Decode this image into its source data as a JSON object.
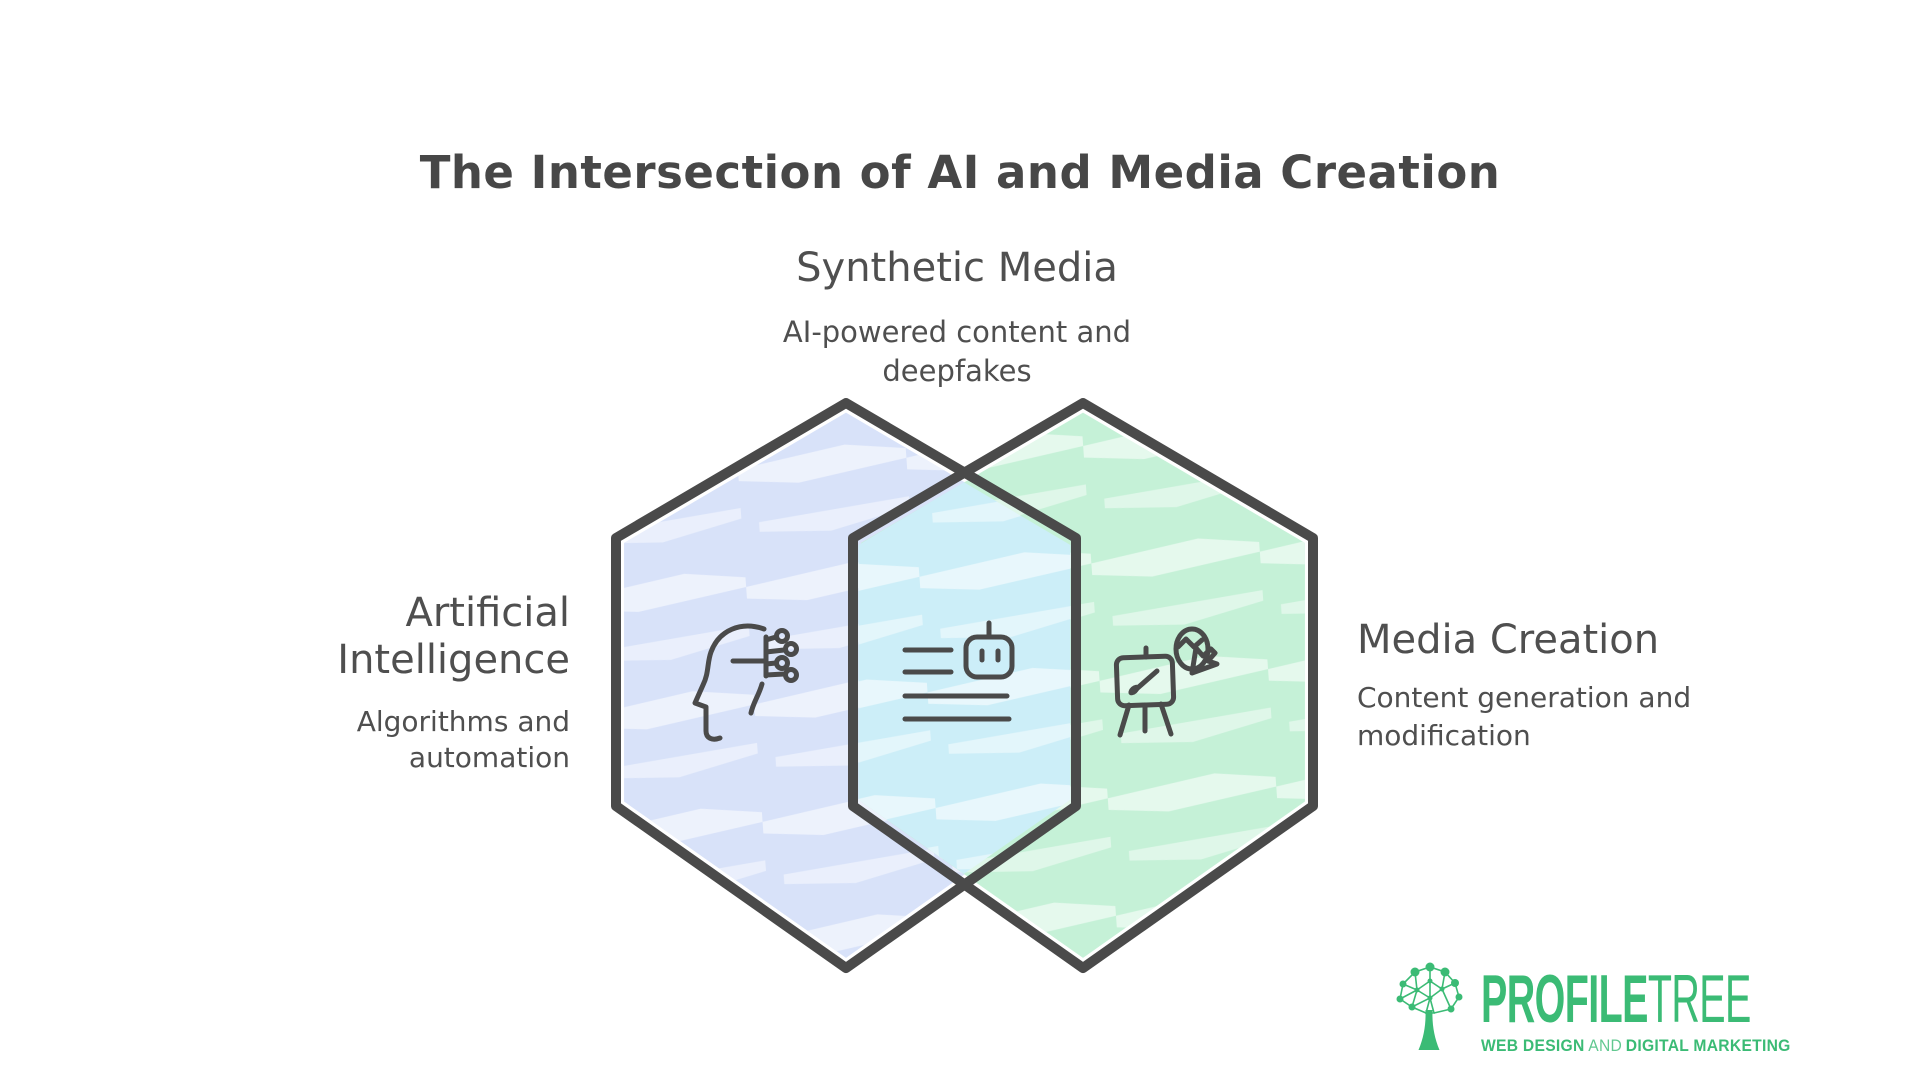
{
  "title": "The Intersection of AI and Media Creation",
  "venn": {
    "top": {
      "heading": "Synthetic Media",
      "subtitle_line1": "AI-powered content and",
      "subtitle_line2": "deepfakes"
    },
    "left": {
      "heading_line1": "Artificial",
      "heading_line2": "Intelligence",
      "subtitle_line1": "Algorithms and",
      "subtitle_line2": "automation"
    },
    "right": {
      "heading": "Media Creation",
      "subtitle_line1": "Content generation and",
      "subtitle_line2": "modification"
    },
    "icons": {
      "left": "ai-head-circuit-icon",
      "center": "robot-text-icon",
      "right": "easel-person-cursor-icon"
    }
  },
  "colors": {
    "title_text": "#474747",
    "text": "#4f4f4f",
    "outline": "#4a4a4a",
    "left_fill": "#d8e2f9",
    "center_fill": "#cceef8",
    "right_fill": "#c5f1d7",
    "brand_green": "#3bbb75"
  },
  "logo": {
    "brand_bold": "PROFILE",
    "brand_light": "TREE",
    "tagline_bold_1": "WEB DESIGN",
    "tagline_regular": "AND",
    "tagline_bold_2": "DIGITAL MARKETING"
  }
}
